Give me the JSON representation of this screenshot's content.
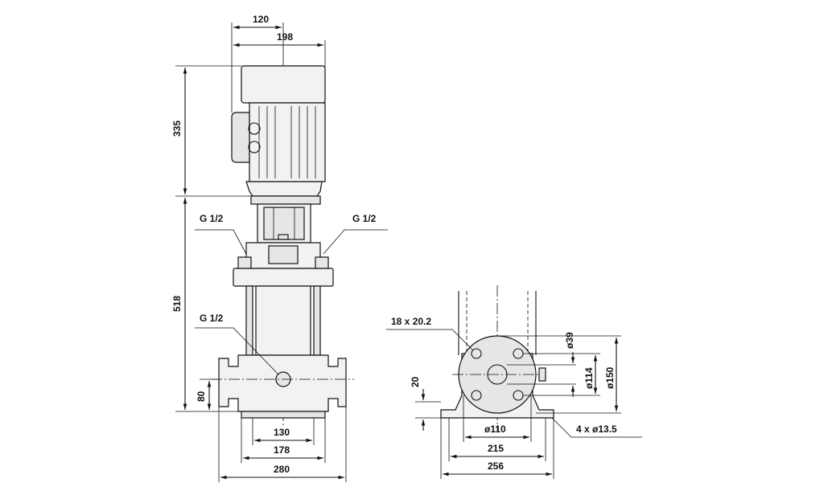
{
  "front_view": {
    "dims": {
      "width_120": "120",
      "width_198": "198",
      "height_335": "335",
      "height_518": "518",
      "height_80": "80",
      "width_130": "130",
      "width_178": "178",
      "width_280": "280"
    },
    "ports": {
      "left_top": "G 1/2",
      "right_top": "G 1/2",
      "drain": "G 1/2"
    }
  },
  "side_view": {
    "dims": {
      "flange_bolts": "18 x 20.2",
      "d39": "ø39",
      "d114": "ø114",
      "d150": "ø150",
      "foot_20": "20",
      "d110": "ø110",
      "width_215": "215",
      "width_256": "256",
      "base_holes": "4 x ø13.5"
    }
  }
}
